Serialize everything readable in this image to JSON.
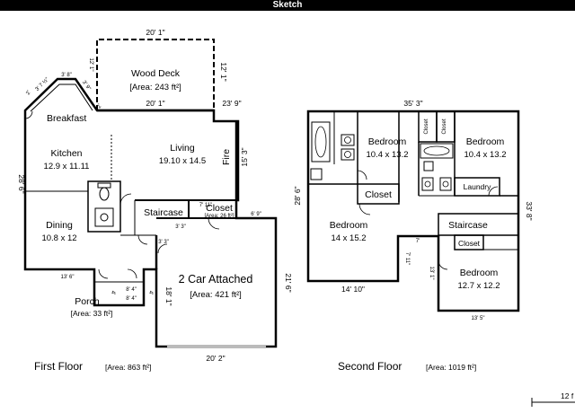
{
  "window": {
    "title": "Sketch"
  },
  "first_floor": {
    "label": "First Floor",
    "area": "[Area: 863 ft²]",
    "wood_deck": {
      "name": "Wood Deck",
      "area": "[Area: 243 ft²]"
    },
    "breakfast": {
      "name": "Breakfast"
    },
    "kitchen": {
      "name": "Kitchen",
      "size": "12.9 x 11.11"
    },
    "living": {
      "name": "Living",
      "size": "19.10 x 14.5"
    },
    "fire": {
      "name": "Fire"
    },
    "dining": {
      "name": "Dining",
      "size": "10.8 x 12"
    },
    "staircase": {
      "name": "Staircase"
    },
    "closet": {
      "name": "Closet",
      "area": "[Area: 26 ft²]"
    },
    "garage": {
      "name": "2 Car Attached",
      "area": "[Area: 421 ft²]"
    },
    "porch": {
      "name": "Porch",
      "area": "[Area: 33 ft²]"
    },
    "dims": {
      "deck_top": "20' 1\"",
      "deck_bottom": "20' 1\"",
      "deck_left": "12' 1\"",
      "deck_right": "12' 1\"",
      "house_left": "28' 6\"",
      "living_right": "15' 3\"",
      "deck_step": "23' 9\"",
      "garage_top": "6' 9\"",
      "garage_right": "21' 6\"",
      "garage_left": "18' 1\"",
      "garage_bottom": "20' 2\"",
      "house_bottom": "13' 6\"",
      "porch_w1": "8' 4\"",
      "porch_w2": "8' 4\"",
      "porch_h1": "4'",
      "porch_h2": "4'",
      "bay_a": "2'",
      "bay_b": "3' 7 ½\"",
      "bay_c": "3' 8\"",
      "bay_d": "3' 9\"",
      "bay_e": "2'",
      "closet_a": "7' 11\"",
      "closet_b": "3' 3\"",
      "garage_step": "3' 3\""
    }
  },
  "second_floor": {
    "label": "Second Floor",
    "area": "[Area: 1019 ft²]",
    "bedroom_nw": {
      "name": "Bedroom",
      "size": "10.4 x 13.2"
    },
    "bedroom_ne": {
      "name": "Bedroom",
      "size": "10.4 x 13.2"
    },
    "bedroom_sw": {
      "name": "Bedroom",
      "size": "14 x 15.2"
    },
    "bedroom_se": {
      "name": "Bedroom",
      "size": "12.7 x 12.2"
    },
    "closet_mid": {
      "name": "Closet"
    },
    "closet_top1": {
      "name": "Closet"
    },
    "closet_top2": {
      "name": "Closet"
    },
    "closet_se": {
      "name": "Closet"
    },
    "laundry": {
      "name": "Laundry"
    },
    "staircase": {
      "name": "Staircase"
    },
    "dims": {
      "top": "35' 3\"",
      "left": "28' 6\"",
      "right": "33' 8\"",
      "bottom_left": "14' 10\"",
      "bottom_right": "13' 5\"",
      "notch_h": "7' 11\"",
      "notch_w": "7'",
      "se_left": "13' 1\""
    }
  },
  "scale": {
    "label": "12 f"
  }
}
